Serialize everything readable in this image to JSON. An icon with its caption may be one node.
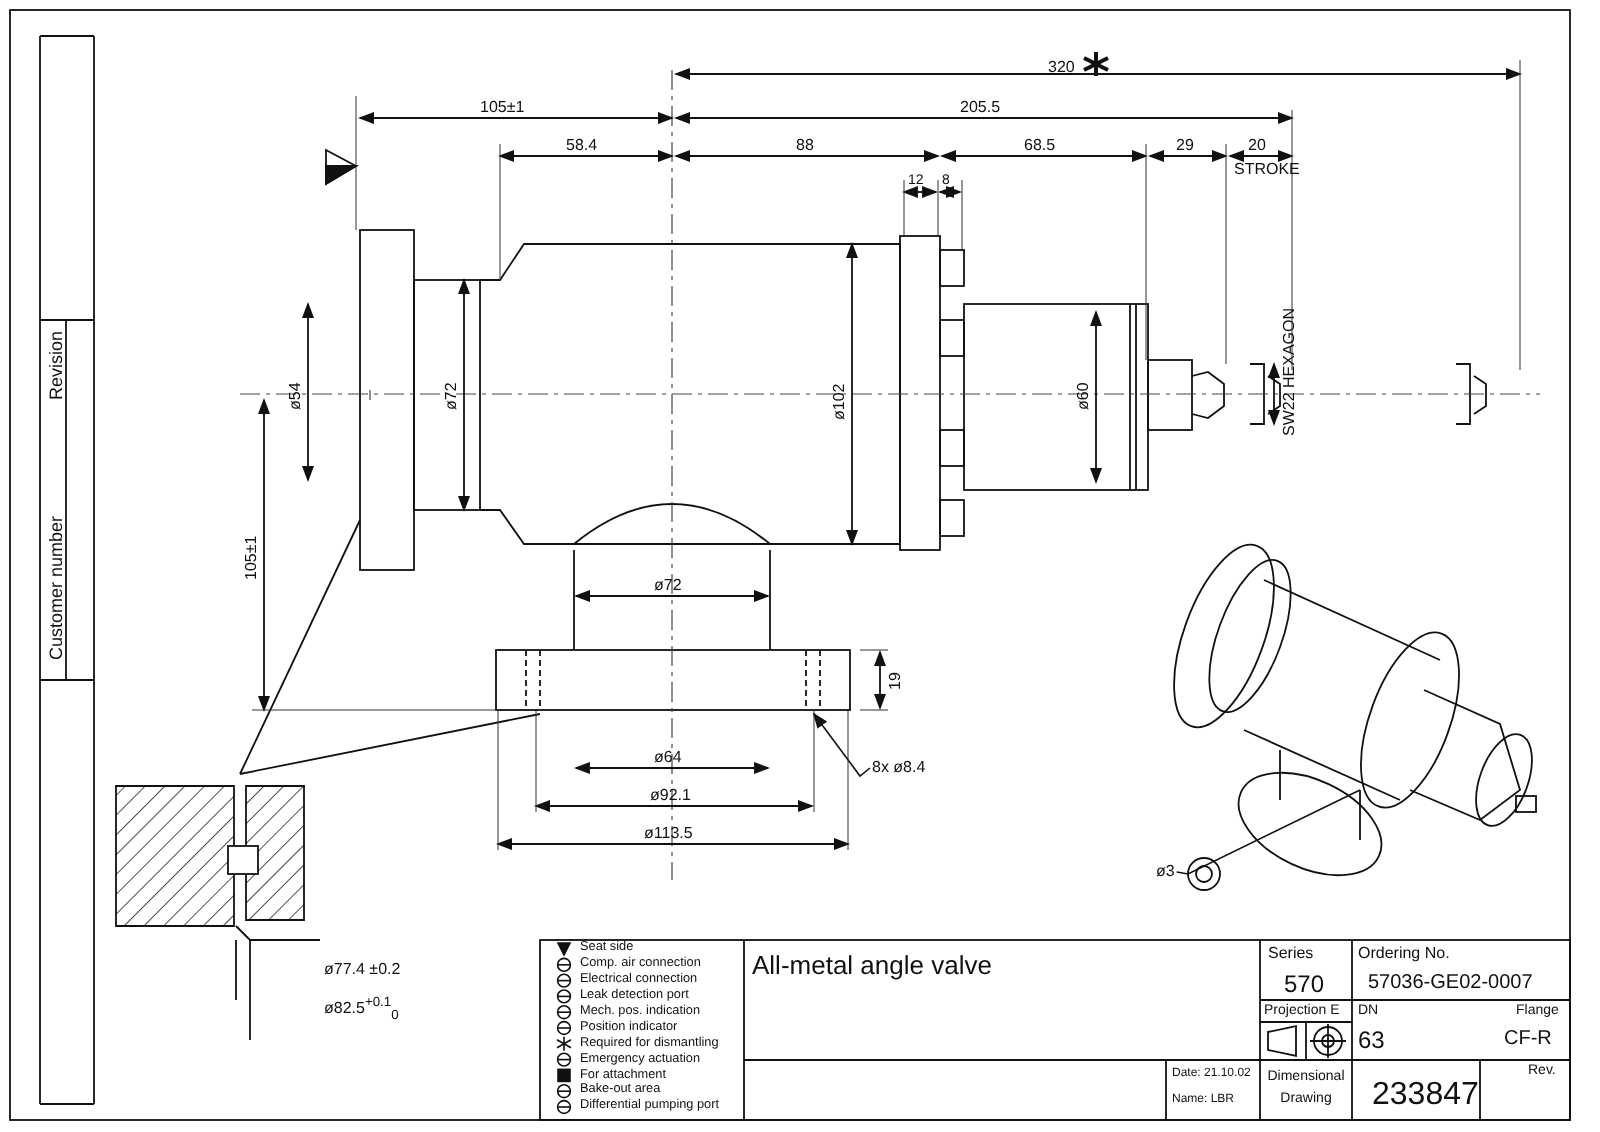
{
  "diagram": {
    "title": "All-metal angle valve",
    "nodes": [
      {
        "text": [
          "8x ø8.4"
        ]
      },
      {
        "text": [
          "ø3"
        ]
      }
    ],
    "edges": [
      {
        "from": 0,
        "to": null,
        "arrow": "to"
      },
      {
        "from": 1,
        "to": null,
        "arrow": "none"
      }
    ],
    "labels": [
      "Revision",
      "Customer number",
      "320",
      "105±1",
      "205.5",
      "58.4",
      "88",
      "68.5",
      "29",
      "20",
      "STROKE",
      "12",
      "8",
      "ø54",
      "ø72",
      "ø102",
      "ø60",
      "SW22 HEXAGON",
      "105±1",
      "ø72",
      "19",
      "ø64",
      "ø92.1",
      "ø113.5",
      "ø77.4 ±0.2",
      "ø82.5$^{+0.1}$$_{0}$",
      "Series",
      "570",
      "Ordering No.",
      "57036-GE02-0007",
      "Projection E",
      "DN",
      "Flange",
      "63",
      "CF-R",
      "Date: 21.10.02",
      "Name: LBR",
      "Dimensional Drawing",
      "233847",
      "Rev."
    ],
    "legend": [
      {
        "text": "Seat side"
      },
      {
        "text": "Comp. air connection"
      },
      {
        "text": "Electrical connection"
      },
      {
        "text": "Leak detection port"
      },
      {
        "text": "Mech. pos. indication"
      },
      {
        "text": "Position indicator"
      },
      {
        "text": "Required for dismantling"
      },
      {
        "text": "Emergency actuation"
      },
      {
        "text": "For attachment"
      },
      {
        "text": "Bake-out area"
      },
      {
        "text": "Differential pumping port"
      }
    ]
  }
}
